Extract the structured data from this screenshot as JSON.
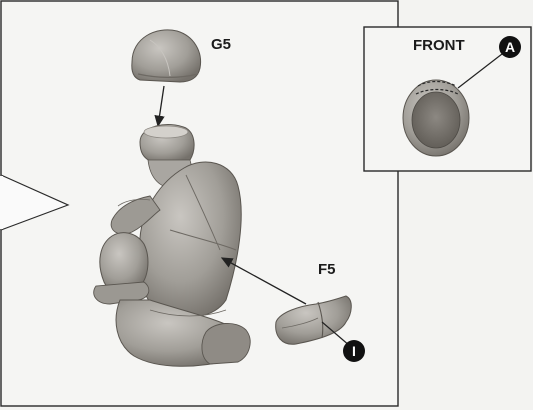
{
  "labels": {
    "helmet_part": "G5",
    "pouch_part": "F5",
    "inset_title": "FRONT"
  },
  "markers": {
    "helmet_marker": "A",
    "pouch_marker": "I"
  },
  "colors": {
    "part": "#a7a49f",
    "part_dark": "#77736d",
    "line": "#222222",
    "background": "#f3f3f1"
  },
  "icons": {
    "marker_a": "circled-letter-a-icon",
    "marker_i": "circled-letter-i-icon"
  }
}
